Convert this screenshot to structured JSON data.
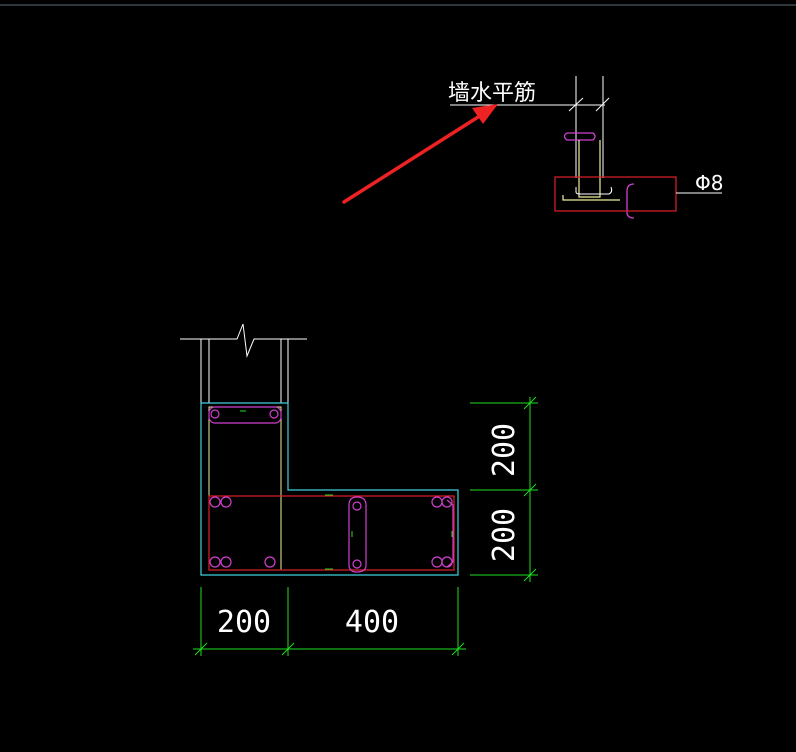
{
  "colors": {
    "background": "#000000",
    "top_rule": "#5a6e78",
    "white_line": "#ffffff",
    "yellow_line": "#f0f09a",
    "red_line": "#e0202a",
    "magenta": "#d040d0",
    "cyan": "#40d0e0",
    "green": "#20e020",
    "arrow_red": "#ee2222",
    "dim_text": "#ffffff"
  },
  "callout": {
    "label": "墙水平筋",
    "rebar_label": "Φ8"
  },
  "dimensions": {
    "bottom_left": "200",
    "bottom_right": "400",
    "right_top": "200",
    "right_bottom": "200"
  }
}
